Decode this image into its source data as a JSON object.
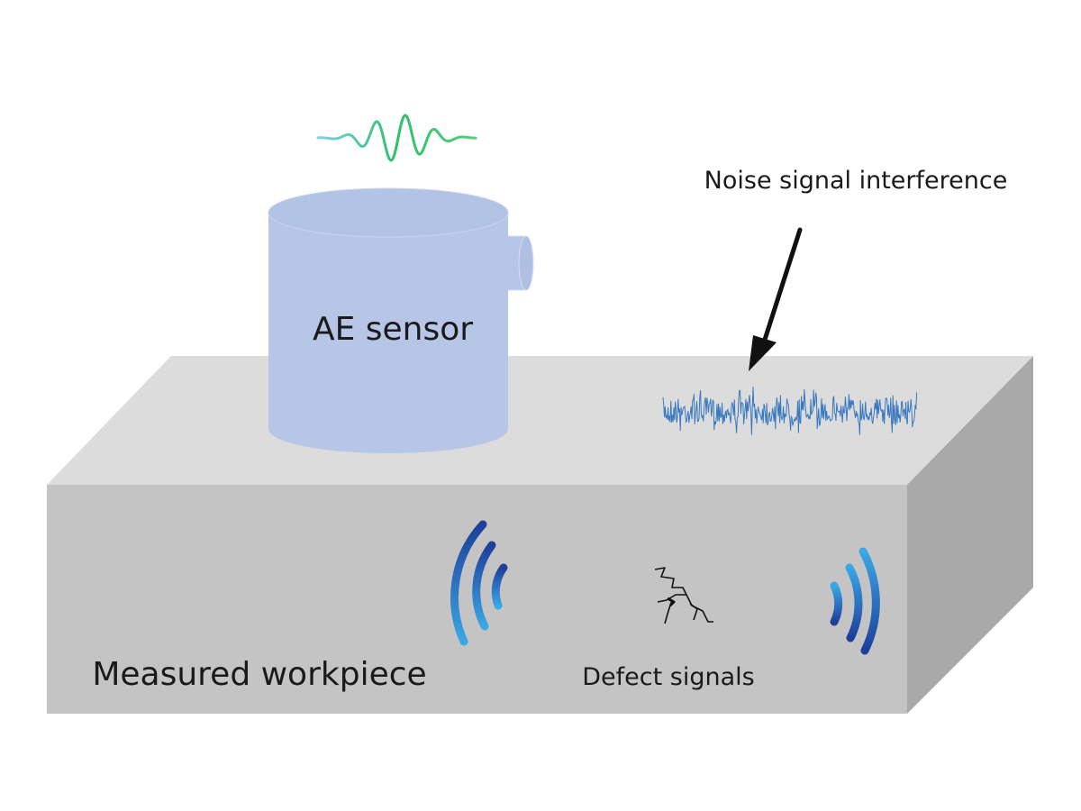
{
  "labels": {
    "sensor": "AE sensor",
    "noise": "Noise signal interference",
    "workpiece": "Measured workpiece",
    "defect": "Defect signals"
  },
  "colors": {
    "workpiece_top": "#dcdcdc",
    "workpiece_front": "#c4c4c4",
    "workpiece_side": "#a9a9a9",
    "sensor_body": "#b7c6e6",
    "sensor_top": "#b3c3e5",
    "signal_wave": "#2fbf6a",
    "noise_wave": "#3a79c0",
    "emission_dark": "#1e3f9a",
    "emission_light": "#3aa7e6",
    "arrow": "#111111"
  },
  "icons": {
    "emitted_wave": "sine-burst-icon",
    "noise": "noise-waveform-icon",
    "crack": "crack-icon",
    "left_emission": "signal-arcs-left-icon",
    "right_emission": "signal-arcs-right-icon"
  }
}
